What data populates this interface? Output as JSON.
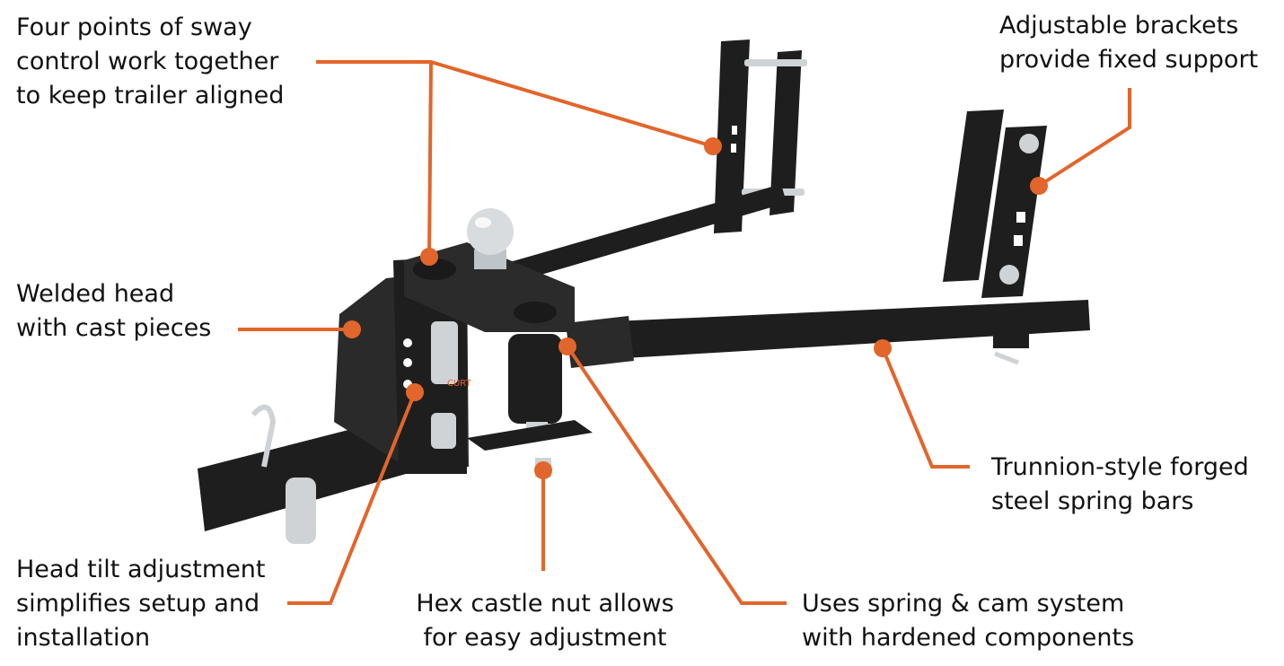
{
  "colors": {
    "callout": "#e2652b",
    "metal": "#1e1e1e",
    "metal_light": "#3a3a3a",
    "chrome": "#cfd3d6",
    "text": "#111111"
  },
  "brand": {
    "logo_text": "CURT"
  },
  "callouts": {
    "sway_control": [
      "Four points of sway",
      "control work together",
      "to keep trailer aligned"
    ],
    "brackets": [
      "Adjustable brackets",
      "provide fixed support"
    ],
    "welded_head": [
      "Welded head",
      "with cast pieces"
    ],
    "spring_bars": [
      "Trunnion-style forged",
      "steel spring bars"
    ],
    "head_tilt": [
      "Head tilt adjustment",
      "simplifies setup and",
      "installation"
    ],
    "castle_nut": [
      "Hex castle nut allows",
      "for easy adjustment"
    ],
    "spring_cam": [
      "Uses spring & cam system",
      "with hardened components"
    ]
  }
}
